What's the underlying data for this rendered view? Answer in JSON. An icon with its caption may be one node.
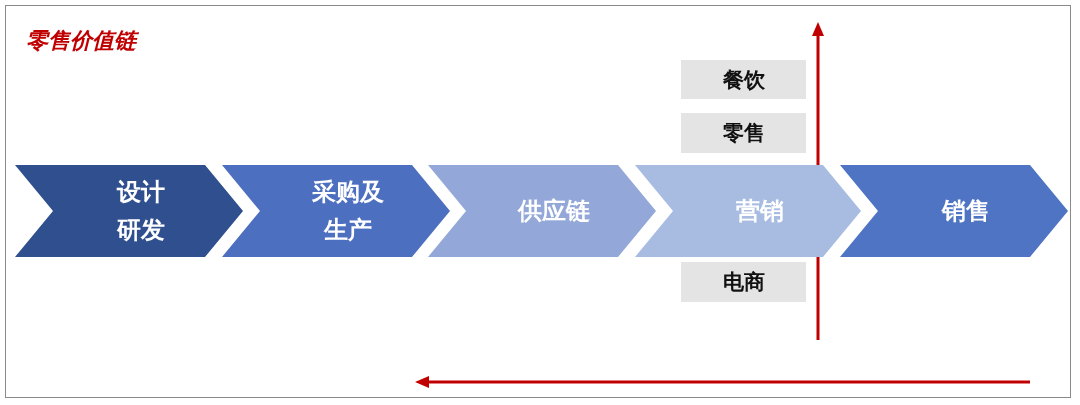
{
  "diagram": {
    "title": "零售价值链",
    "nodes": [
      {
        "text": [
          "设计研发"
        ]
      },
      {
        "text": [
          "采购及生产"
        ]
      },
      {
        "text": [
          "供应链"
        ]
      },
      {
        "text": [
          "营销"
        ]
      },
      {
        "text": [
          "销售"
        ]
      },
      {
        "text": [
          "餐饮"
        ]
      },
      {
        "text": [
          "零售"
        ]
      },
      {
        "text": [
          "电商"
        ]
      }
    ]
  }
}
